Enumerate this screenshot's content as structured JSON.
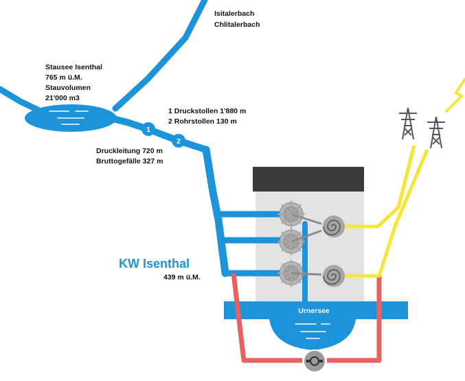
{
  "labels": {
    "rivers": [
      "Isitalerbach",
      "Chlitalerbach"
    ],
    "reservoir": [
      "Stausee Isenthal",
      "765 m ü.M.",
      "Stauvolumen",
      "21'000 m3"
    ],
    "tunnels": [
      "1 Druckstollen 1'880 m",
      "2 Rohrstollen 130 m"
    ],
    "tunnel_markers": [
      "1",
      "2"
    ],
    "penstock": [
      "Druckleitung 720 m",
      "Bruttogefälle 327 m"
    ],
    "plant_name": "KW Isenthal",
    "plant_elevation": "439 m ü.M.",
    "lake": "Urnersee"
  },
  "colors": {
    "water": "#1d93d9",
    "power_line": "#f3e733",
    "return_pipe": "#e8605f",
    "building_roof": "#3b3b3b",
    "building_body": "#e2e3e5",
    "turbine": "#a8a8a8",
    "text": "#111111"
  },
  "icons": [
    "pylon-icon",
    "lightning-icon",
    "turbine-icon",
    "generator-icon",
    "pump-icon"
  ]
}
